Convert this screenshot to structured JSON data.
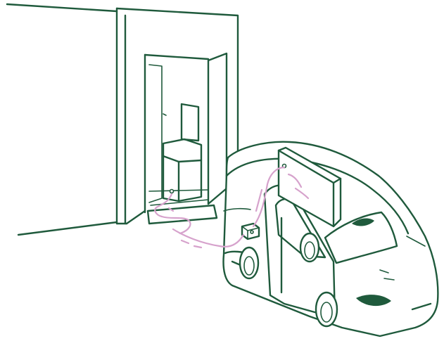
{
  "illustration": {
    "subjects": [
      "building-doorway",
      "utility-van",
      "cabinet-unit",
      "mounted-box",
      "charging-cable"
    ],
    "colors": {
      "line": "#1f5a3c",
      "cable": "#d6a2cc",
      "background": "#ffffff"
    }
  }
}
